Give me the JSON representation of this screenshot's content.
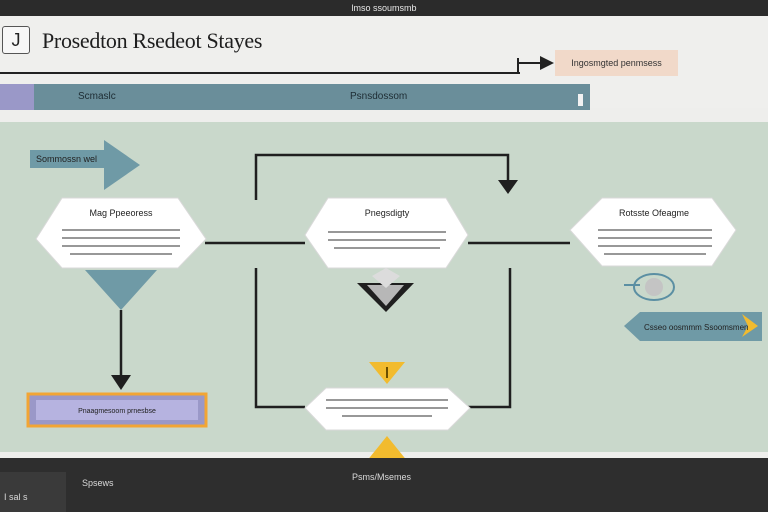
{
  "window": {
    "title": "lmso ssoumsmb",
    "close_icon": "close-icon"
  },
  "header": {
    "app_icon_glyph": "J",
    "title": "Prosedton Rsedeot Stayes",
    "action_label": "Ingosmgted penmsess"
  },
  "toolbar": {
    "left_label": "Scmaslc",
    "center_label": "Psnsdossom"
  },
  "diagram": {
    "start_arrow_label": "Sommossn wel",
    "nodes": [
      {
        "title": "Mag Ppeeoress"
      },
      {
        "title": "Pnegsdigty"
      },
      {
        "title": "Rotsste Ofeagme"
      }
    ],
    "bottom_box_label": "Pnaagmesoom prnesbse",
    "right_arrow_label": "Csseo oosmmm Ssoomsmen"
  },
  "statusbar": {
    "left_label": "Spsews",
    "center_label": "Psms/Msemes",
    "corner_label": "I sal s"
  },
  "colors": {
    "canvas": "#c9d8cb",
    "toolbar": "#6a8e9a",
    "arrow": "#6f9aa6",
    "warn": "#f2bb2e",
    "accent_box": "#9a98c8"
  }
}
